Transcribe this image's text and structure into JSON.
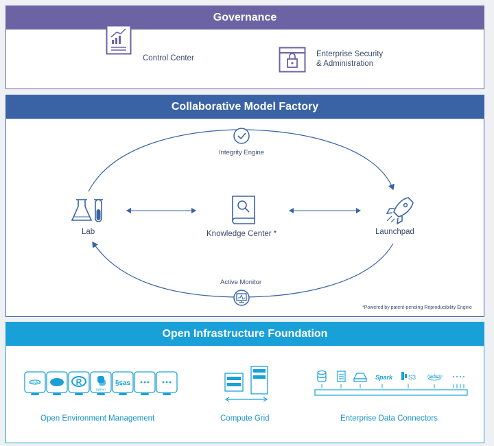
{
  "governance": {
    "title": "Governance",
    "control_center": "Control Center",
    "enterprise_security_line1": "Enterprise Security",
    "enterprise_security_line2": "& Administration"
  },
  "factory": {
    "title": "Collaborative Model Factory",
    "integrity_engine": "Integrity Engine",
    "lab": "Lab",
    "knowledge_center": "Knowledge Center *",
    "launchpad": "Launchpad",
    "active_monitor": "Active Monitor",
    "footnote": "*Powered by patent-pending Reproducibility Engine"
  },
  "infrastructure": {
    "title": "Open Infrastructure Foundation",
    "env_label": "Open Environment Management",
    "compute_label": "Compute Grid",
    "connectors_label": "Enterprise Data Connectors",
    "env_tiles": [
      "jupyter",
      "",
      "R",
      "python",
      "sas",
      "...",
      "..."
    ],
    "connector_items": [
      "",
      "",
      "",
      "Spark",
      "S3",
      "hadoop",
      "...."
    ]
  },
  "colors": {
    "governance": "#6b63a4",
    "factory": "#3a63a6",
    "infrastructure": "#1aa0d8"
  }
}
